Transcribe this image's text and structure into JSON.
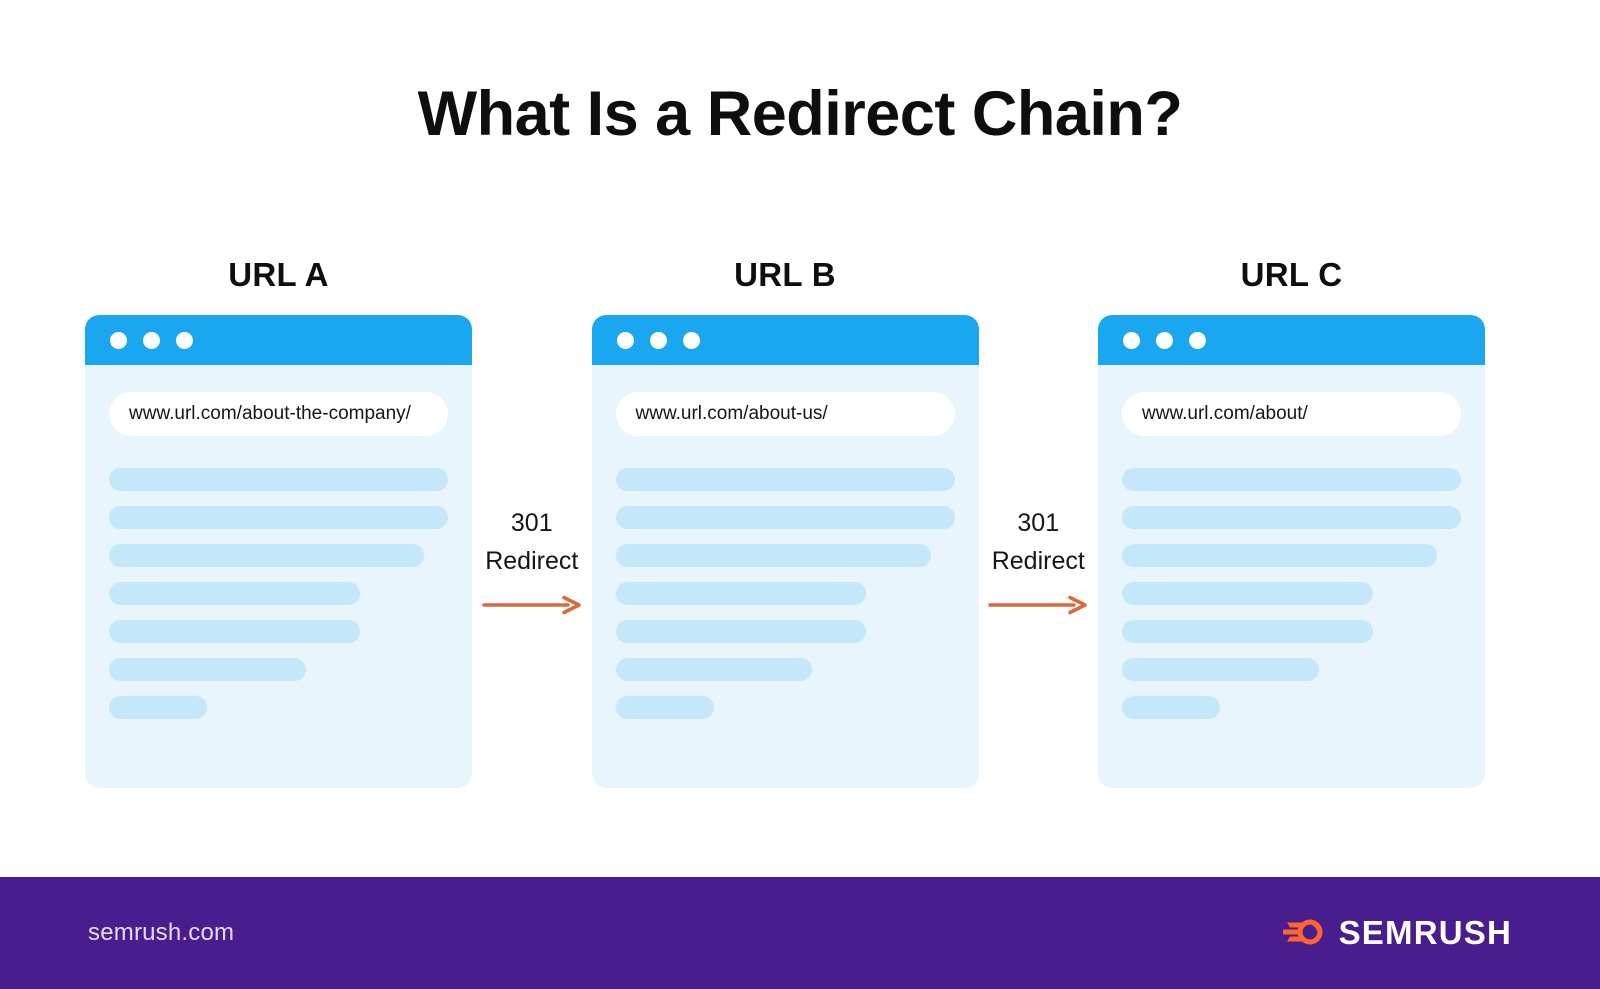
{
  "title": "What Is a Redirect Chain?",
  "cards": [
    {
      "label": "URL A",
      "url": "www.url.com/about-the-company/",
      "line_widths": [
        "100%",
        "100%",
        "93%",
        "74%",
        "74%",
        "58%",
        "29%"
      ]
    },
    {
      "label": "URL B",
      "url": "www.url.com/about-us/",
      "line_widths": [
        "100%",
        "100%",
        "93%",
        "74%",
        "74%",
        "58%",
        "29%"
      ]
    },
    {
      "label": "URL C",
      "url": "www.url.com/about/",
      "line_widths": [
        "100%",
        "100%",
        "93%",
        "74%",
        "74%",
        "58%",
        "29%"
      ]
    }
  ],
  "connectors": [
    {
      "code": "301",
      "action": "Redirect"
    },
    {
      "code": "301",
      "action": "Redirect"
    }
  ],
  "footer": {
    "url": "semrush.com",
    "brand": "SEMRUSH"
  },
  "colors": {
    "page_background": "#ffffff",
    "title_text": "#0e0e0e",
    "browser_bar": "#1aa7f0",
    "browser_body": "#e8f5fd",
    "placeholder_line": "#c5e7fa",
    "url_field": "#ffffff",
    "arrow": "#d9693a",
    "footer_background": "#4a1d8f",
    "footer_text": "#e3dcf2",
    "logo_mark": "#ff642d"
  }
}
